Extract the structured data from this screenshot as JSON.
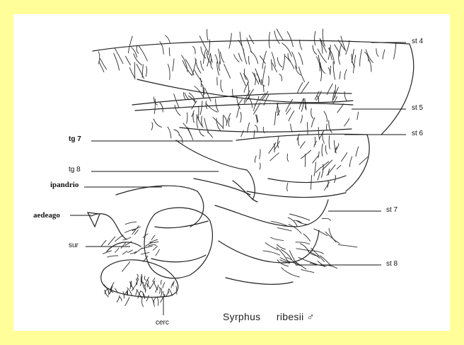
{
  "figure": {
    "caption_genus": "Syrphus",
    "caption_species": "ribesii",
    "caption_sex_symbol": "♂"
  },
  "labels": {
    "st4": "st 4",
    "st5": "st 5",
    "st6": "st 6",
    "tg7": "tg 7",
    "tg8": "tg 8",
    "ipandrio": "ipandrio",
    "aedeago": "aedeago",
    "st7": "st 7",
    "sur": "sur",
    "st8": "st 8",
    "cerc": "cerc"
  },
  "colors": {
    "background": "#fffe99",
    "panel": "#ffffff",
    "ink": "#111111"
  }
}
